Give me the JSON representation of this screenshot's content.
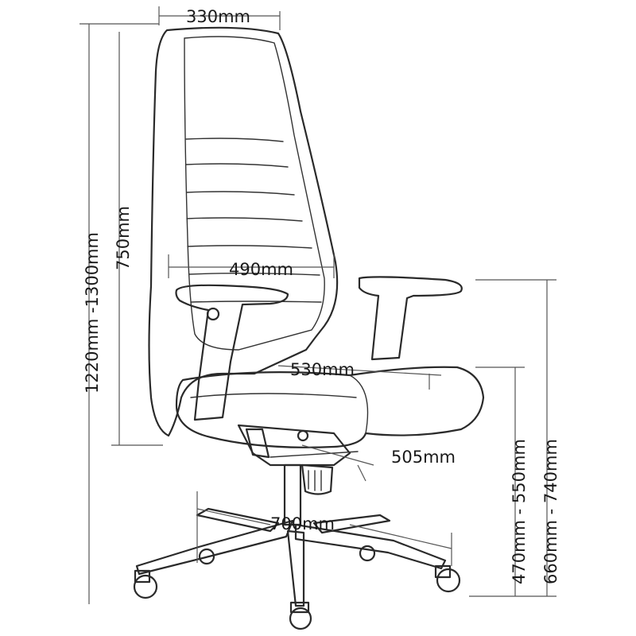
{
  "dimensions": {
    "backrest_width": "330mm",
    "seat_width": "490mm",
    "seat_depth": "530mm",
    "seat_base_depth": "505mm",
    "base_diameter": "700mm",
    "overall_height": "1220mm -1300mm",
    "backrest_height": "750mm",
    "seat_height": "470mm - 550mm",
    "armrest_height": "660mm - 740mm"
  },
  "colors": {
    "line": "#2a2a2a",
    "dimension_line": "#555555",
    "text": "#1a1a1a"
  }
}
